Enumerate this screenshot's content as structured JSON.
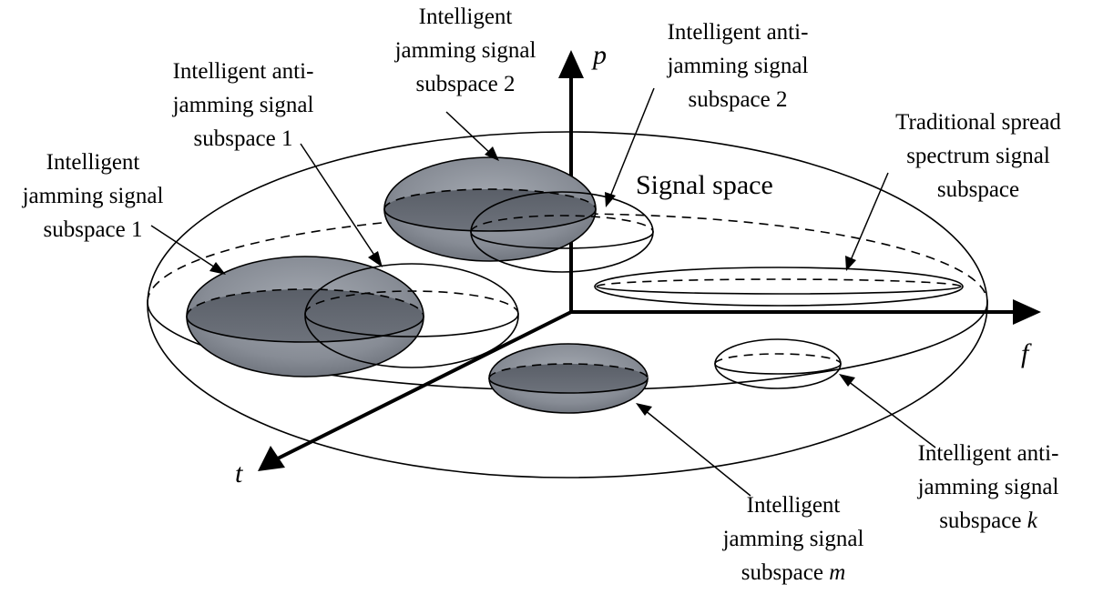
{
  "diagram": {
    "signal_space_label": "Signal space",
    "axes": {
      "p": "p",
      "f": "f",
      "t": "t"
    },
    "labels": {
      "ij2": [
        "Intelligent",
        "jamming signal",
        "subspace 2"
      ],
      "iaj1": [
        "Intelligent anti-",
        "jamming signal",
        "subspace 1"
      ],
      "ij1": [
        "Intelligent",
        "jamming signal",
        "subspace 1"
      ],
      "iaj2": [
        "Intelligent anti-",
        "jamming signal",
        "subspace 2"
      ],
      "tss": [
        "Traditional spread",
        "spectrum signal",
        "subspace"
      ],
      "iajk": {
        "line1": "Intelligent anti-",
        "line2": "jamming signal",
        "line3_prefix": "subspace ",
        "line3_var": "k"
      },
      "ijm": {
        "line1": "Intelligent",
        "line2": "jamming signal",
        "line3_prefix": "subspace ",
        "line3_var": "m"
      }
    },
    "colors": {
      "jamming_fill": "#6b717b",
      "anti_jamming_fill": "#ffffff",
      "stroke": "#000000"
    }
  }
}
